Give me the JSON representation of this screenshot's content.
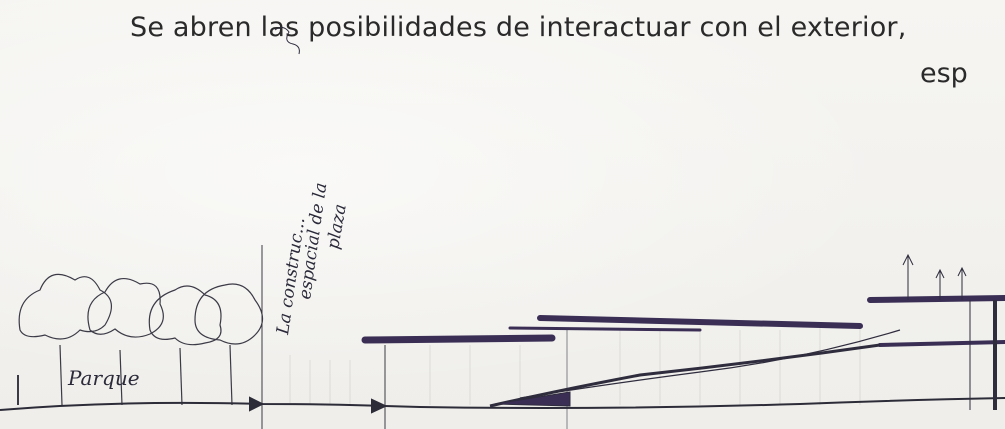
{
  "caption": {
    "line1": "Se  abren las posibilidades de interactuar con el exterior,",
    "line2": "esp"
  },
  "handwriting": {
    "vertical_note_1": "La construc...",
    "vertical_note_2": "espacial de la",
    "vertical_note_3": "plaza",
    "park_label": "Parque"
  },
  "colors": {
    "ink": "#2b2a3a",
    "marker": "#3a2e55",
    "paper": "#f4f3f0"
  }
}
